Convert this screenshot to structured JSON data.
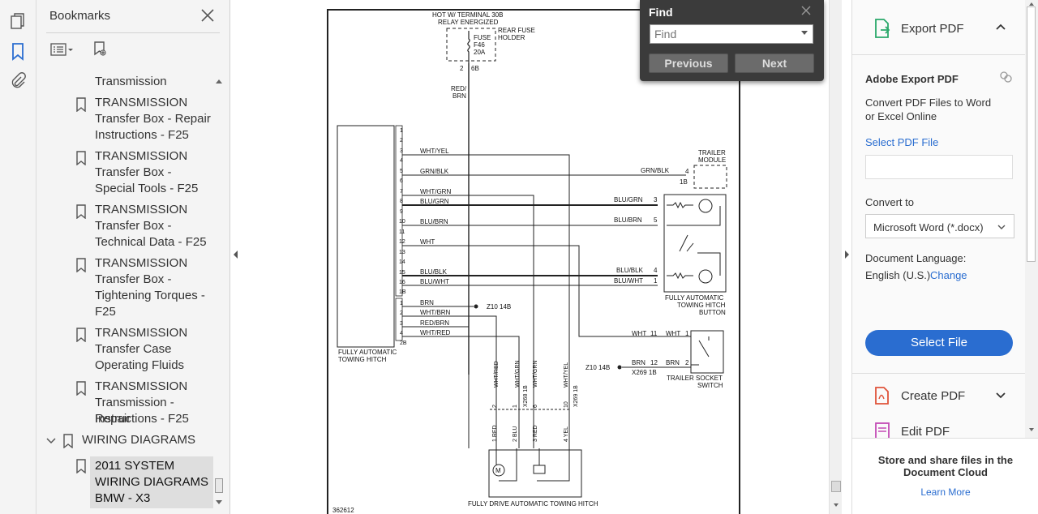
{
  "left_rail": {
    "icons": [
      "pages-icon",
      "bookmark-icon",
      "attachment-icon"
    ]
  },
  "bookmarks": {
    "title": "Bookmarks",
    "items": [
      {
        "lines": [
          "Transmission"
        ],
        "icon": false
      },
      {
        "lines": [
          "TRANSMISSION",
          "Transfer Box - Repair",
          "Instructions - F25"
        ],
        "icon": true
      },
      {
        "lines": [
          "TRANSMISSION",
          "Transfer Box -",
          "Special Tools - F25"
        ],
        "icon": true
      },
      {
        "lines": [
          "TRANSMISSION",
          "Transfer Box -",
          "Technical Data - F25"
        ],
        "icon": true
      },
      {
        "lines": [
          "TRANSMISSION",
          "Transfer Box -",
          "Tightening Torques -",
          "F25"
        ],
        "icon": true
      },
      {
        "lines": [
          "TRANSMISSION",
          "Transfer Case",
          "Operating Fluids"
        ],
        "icon": true
      },
      {
        "lines": [
          "TRANSMISSION",
          "Transmission - Repair",
          "Instructions - F25"
        ],
        "icon": true
      }
    ],
    "section": "WIRING DIAGRAMS",
    "selected": {
      "lines": [
        "2011 SYSTEM",
        "WIRING DIAGRAMS",
        "BMW - X3"
      ]
    }
  },
  "find": {
    "title": "Find",
    "placeholder": "Find",
    "previous": "Previous",
    "next": "Next"
  },
  "right_panel": {
    "export_title": "Export PDF",
    "adobe_export": "Adobe Export PDF",
    "desc1": "Convert PDF Files to Word",
    "desc2": "or Excel Online",
    "select_pdf": "Select PDF File",
    "convert_to": "Convert to",
    "format": "Microsoft Word (*.docx)",
    "doc_lang": "Document Language:",
    "lang": "English (U.S.)",
    "change": "Change",
    "select_file": "Select File",
    "create_pdf": "Create PDF",
    "edit_pdf": "Edit PDF",
    "store1": "Store and share files in the",
    "store2": "Document Cloud",
    "learn_more": "Learn More",
    "accent": "#2a6dd0"
  },
  "diagram": {
    "fuse_header1": "HOT W/ TERMINAL 30B",
    "fuse_header2": "RELAY ENERGIZED",
    "fuse_label1": "FUSE",
    "fuse_label2": "F46",
    "fuse_label3": "20A",
    "rear_fuse1": "REAR FUSE",
    "rear_fuse2": "HOLDER",
    "pin2": "2",
    "pin6b": "6B",
    "red1": "RED/",
    "brn1": "BRN",
    "left_pins": [
      "1",
      "2",
      "3",
      "4",
      "5",
      "6",
      "7",
      "8",
      "9",
      "10",
      "11",
      "12",
      "13",
      "14",
      "15",
      "16"
    ],
    "pin1b": "1B",
    "wire_wht_yel": "WHT/YEL",
    "wire_grn_blk": "GRN/BLK",
    "wire_wht_grn": "WHT/GRN",
    "wire_blu_grn": "BLU/GRN",
    "wire_blu_brn": "BLU/BRN",
    "wire_wht": "WHT",
    "wire_blu_blk": "BLU/BLK",
    "wire_blu_wht": "BLU/WHT",
    "lower_pins": [
      "1",
      "2",
      "3",
      "4"
    ],
    "pin2b": "2B",
    "wire_brn": "BRN",
    "wire_wht_brn": "WHT/BRN",
    "wire_red_brn": "RED/BRN",
    "wire_wht_red": "WHT/RED",
    "z10a": "Z10 14B",
    "fully_auto1": "FULLY AUTOMATIC",
    "fully_auto2": "TOWING HITCH",
    "trailer_mod1": "TRAILER",
    "trailer_mod2": "MODULE",
    "tm_grn_blk": "GRN/BLK",
    "tm_pin4": "4",
    "tm_1b": "1B",
    "btn_blu_grn": "BLU/GRN",
    "btn_pin3": "3",
    "btn_blu_brn": "BLU/BRN",
    "btn_pin5": "5",
    "btn_blu_blk": "BLU/BLK",
    "btn_pin4": "4",
    "btn_blu_wht": "BLU/WHT",
    "btn_pin1": "1",
    "btn_lbl1": "FULLY AUTOMATIC",
    "btn_lbl2": "TOWING HITCH",
    "btn_lbl3": "BUTTON",
    "ts_wht": "WHT",
    "ts_pin11": "11",
    "ts_wht2": "WHT",
    "ts_pin1": "1",
    "ts_z10": "Z10 14B",
    "ts_brn": "BRN",
    "ts_pin12": "12",
    "ts_brn2": "BRN",
    "ts_pin2": "2",
    "ts_x269": "X269 1B",
    "ts_lbl1": "TRAILER SOCKET",
    "ts_lbl2": "SWITCH",
    "v_wht_red": "WHT/RED",
    "v_wht_grn1": "WHT/GRN",
    "v_x268": "X268 1B",
    "v_wht_grn2": "WHT/GRN",
    "v_wht_yel": "WHT/YEL",
    "v_x269": "X269 1B",
    "c_pin2": "2",
    "c_pin1": "1",
    "c_pin6": "6",
    "c_pin10": "10",
    "m_1red": "1 RED",
    "m_2blu": "2 BLU",
    "m_3red": "3 RED",
    "m_4yel": "4 YEL",
    "motor_m": "M",
    "bottom_lbl": "FULLY DRIVE AUTOMATIC TOWING HITCH",
    "ref_num": "362612"
  }
}
